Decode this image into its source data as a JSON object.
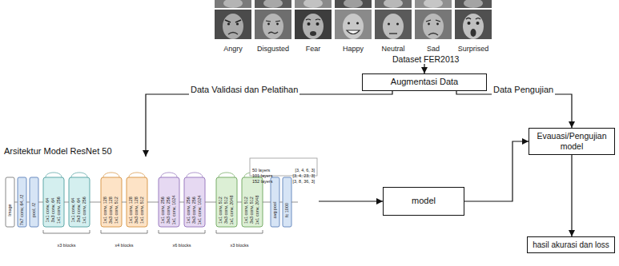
{
  "diagram": {
    "nodes": [
      {
        "text": [
          "Dataset FER2013"
        ]
      },
      {
        "text": [
          "Augmentasi Data"
        ]
      },
      {
        "text": [
          "Arsitektur Model ResNet 50"
        ]
      },
      {
        "text": [
          "model"
        ]
      },
      {
        "text": [
          "Evauasi/Pengujian model"
        ]
      },
      {
        "text": [
          "hasil akurasi dan loss"
        ]
      }
    ],
    "edges": [
      {
        "from": 0,
        "to": 1,
        "arrow": "to"
      },
      {
        "from": 1,
        "to": 2,
        "label": "Data Validasi dan Pelatihan",
        "arrow": "to"
      },
      {
        "from": 1,
        "to": 4,
        "label": "Data Pengujian",
        "arrow": "to"
      },
      {
        "from": 2,
        "to": 3,
        "arrow": "to"
      },
      {
        "from": 3,
        "to": 4,
        "arrow": "to"
      },
      {
        "from": 4,
        "to": 5,
        "arrow": "to"
      }
    ],
    "labels": [
      "Angry",
      "Disgusted",
      "Fear",
      "Happy",
      "Neutral",
      "Sad",
      "Surprised",
      "Image",
      "7x7 conv, 64, /2",
      "pool, /2",
      "1x1 conv, 64",
      "3x3 conv, 64",
      "1x1 conv, 256",
      "1x1 conv, 64",
      "3x3 conv, 64",
      "1x1 conv, 256",
      "1x1 conv, 128",
      "3x3 conv, 128",
      "1x1 conv, 512",
      "1x1 conv, 128",
      "3x3 conv, 128",
      "1x1 conv, 512",
      "1x1 conv, 256",
      "3x3 conv, 256",
      "1x1 conv, 1024",
      "1x1 conv, 256",
      "3x3 conv, 256",
      "1x1 conv, 1024",
      "1x1 conv, 512",
      "3x3 conv, 512",
      "1x1 conv, 2048",
      "1x1 conv, 512",
      "3x3 conv, 512",
      "1x1 conv, 2048",
      "avg pool",
      "fc 1000",
      "x3 blocks",
      "x4 blocks",
      "x6 blocks",
      "x3 blocks",
      "50 layers",
      "[3, 4, 6, 3]",
      "101 layers",
      "[3, 4, 23, 3]",
      "152 layers",
      "[3, 8, 36, 3]"
    ]
  }
}
